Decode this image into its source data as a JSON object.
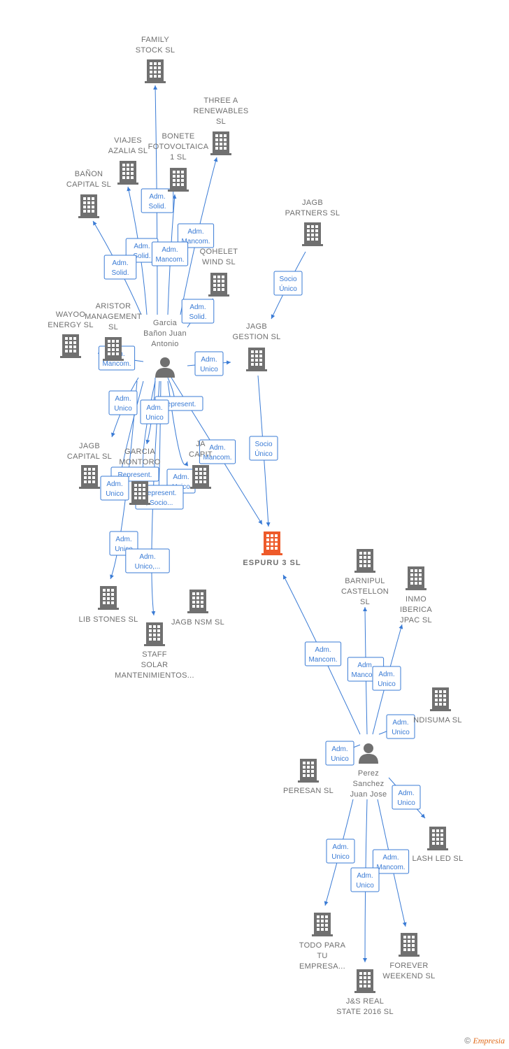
{
  "colors": {
    "edge": "#3a7bd5",
    "building": "#707070",
    "target": "#ee5a2a",
    "person": "#707070",
    "label": "#6f6f6f",
    "box_border": "#3a7bd5"
  },
  "nodes": [
    {
      "id": "family",
      "type": "company",
      "label": [
        "FAMILY",
        "STOCK SL"
      ]
    },
    {
      "id": "three_a",
      "type": "company",
      "label": [
        "THREE A",
        "RENEWABLES",
        "SL"
      ]
    },
    {
      "id": "viajes",
      "type": "company",
      "label": [
        "VIAJES",
        "AZALIA SL"
      ]
    },
    {
      "id": "bonete",
      "type": "company",
      "label": [
        "BONETE",
        "FOTOVOLTAICA",
        "1  SL"
      ]
    },
    {
      "id": "banon",
      "type": "company",
      "label": [
        "BAÑON",
        "CAPITAL SL"
      ]
    },
    {
      "id": "jagb_partners",
      "type": "company",
      "label": [
        "JAGB",
        "PARTNERS  SL"
      ]
    },
    {
      "id": "qohelet",
      "type": "company",
      "label": [
        "QOHELET",
        "WIND  SL"
      ]
    },
    {
      "id": "wayoo",
      "type": "company",
      "label": [
        "WAYOO",
        "ENERGY  SL"
      ]
    },
    {
      "id": "aristor",
      "type": "company",
      "label": [
        "ARISTOR",
        "MANAGEMENT",
        "SL"
      ]
    },
    {
      "id": "jagb_gestion",
      "type": "company",
      "label": [
        "JAGB",
        "GESTION  SL"
      ]
    },
    {
      "id": "garcia",
      "type": "person",
      "label": [
        "Garcia",
        "Bañon Juan",
        "Antonio"
      ]
    },
    {
      "id": "jagb_capital",
      "type": "company",
      "label": [
        "JAGB",
        "CAPITAL  SL"
      ]
    },
    {
      "id": "garcia_montoro",
      "type": "company",
      "label": [
        "GARCIA",
        "MONTORO"
      ]
    },
    {
      "id": "jagb_capital2",
      "type": "company",
      "label": [
        "JA",
        "CAPIT"
      ]
    },
    {
      "id": "espuru",
      "type": "target",
      "label": [
        "ESPURU 3  SL"
      ]
    },
    {
      "id": "barnipul",
      "type": "company",
      "label": [
        "BARNIPUL",
        "CASTELLON",
        "SL"
      ]
    },
    {
      "id": "inmo",
      "type": "company",
      "label": [
        "INMO",
        "IBERICA",
        "JPAC  SL"
      ]
    },
    {
      "id": "lib_stones",
      "type": "company",
      "label": [
        "LIB STONES SL"
      ]
    },
    {
      "id": "jagb_nsm",
      "type": "company",
      "label": [
        "JAGB NSM  SL"
      ]
    },
    {
      "id": "staff",
      "type": "company",
      "label": [
        "STAFF",
        "SOLAR",
        "MANTENIMIENTOS..."
      ]
    },
    {
      "id": "ndisuma",
      "type": "company",
      "label": [
        "NDISUMA SL"
      ]
    },
    {
      "id": "perez",
      "type": "person",
      "label": [
        "Perez",
        "Sanchez",
        "Juan Jose"
      ]
    },
    {
      "id": "peresan",
      "type": "company",
      "label": [
        "PERESAN SL"
      ]
    },
    {
      "id": "lash",
      "type": "company",
      "label": [
        "LASH LED SL"
      ]
    },
    {
      "id": "todo",
      "type": "company",
      "label": [
        "TODO PARA",
        "TU",
        "EMPRESA..."
      ]
    },
    {
      "id": "forever",
      "type": "company",
      "label": [
        "FOREVER",
        "WEEKEND SL"
      ]
    },
    {
      "id": "js",
      "type": "company",
      "label": [
        "J&S REAL",
        "STATE 2016  SL"
      ]
    }
  ],
  "edges": [
    {
      "id": "e_family",
      "label": [
        "Adm.",
        "Solid."
      ]
    },
    {
      "id": "e_three",
      "label": [
        "Adm.",
        "Mancom."
      ]
    },
    {
      "id": "e_viajes",
      "label": [
        "Adm.",
        "Solid."
      ]
    },
    {
      "id": "e_bonete",
      "label": [
        "Adm.",
        "Mancom."
      ]
    },
    {
      "id": "e_banon",
      "label": [
        "Adm.",
        "Solid."
      ]
    },
    {
      "id": "e_qohelet",
      "label": [
        "Adm.",
        "Solid."
      ]
    },
    {
      "id": "e_aristor",
      "label": [
        "Adm.",
        "Mancom."
      ]
    },
    {
      "id": "e_jgestion",
      "label": [
        "Adm.",
        "Unico"
      ]
    },
    {
      "id": "e_partners",
      "label": [
        "Socio",
        "Único"
      ]
    },
    {
      "id": "e_gestion_espuru",
      "label": [
        "Socio",
        "Único"
      ]
    },
    {
      "id": "e_jcapital",
      "label": [
        "Adm.",
        "Unico"
      ]
    },
    {
      "id": "e_represent1",
      "label": [
        "Represent."
      ]
    },
    {
      "id": "e_gmontoro",
      "label": [
        "Adm.",
        "Unico"
      ]
    },
    {
      "id": "e_garcia_espuru",
      "label": [
        "Adm.",
        "Mancom."
      ]
    },
    {
      "id": "e_represent2",
      "label": [
        "Represent."
      ]
    },
    {
      "id": "e_lib1",
      "label": [
        "Adm.",
        "Unico"
      ]
    },
    {
      "id": "e_jcap2",
      "label": [
        "Adm.",
        "Unico"
      ]
    },
    {
      "id": "e_repsocio",
      "label": [
        "Represent.",
        ", Socio..."
      ]
    },
    {
      "id": "e_lib2",
      "label": [
        "Adm.",
        "Unico"
      ]
    },
    {
      "id": "e_staff",
      "label": [
        "Adm.",
        "Unico,..."
      ]
    },
    {
      "id": "e_perez_espuru",
      "label": [
        "Adm.",
        "Mancom."
      ]
    },
    {
      "id": "e_barnipul",
      "label": [
        "Adm.",
        "Mancom."
      ]
    },
    {
      "id": "e_inmo",
      "label": [
        "Adm.",
        "Unico"
      ]
    },
    {
      "id": "e_ndisuma",
      "label": [
        "Adm.",
        "Unico"
      ]
    },
    {
      "id": "e_peresan",
      "label": [
        "Adm.",
        "Unico"
      ]
    },
    {
      "id": "e_lash",
      "label": [
        "Adm.",
        "Unico"
      ]
    },
    {
      "id": "e_todo",
      "label": [
        "Adm.",
        "Unico"
      ]
    },
    {
      "id": "e_forever",
      "label": [
        "Adm.",
        "Mancom."
      ]
    },
    {
      "id": "e_js",
      "label": [
        "Adm.",
        "Unico"
      ]
    }
  ],
  "footer": {
    "copyright": "©",
    "brand": "Empresia"
  }
}
